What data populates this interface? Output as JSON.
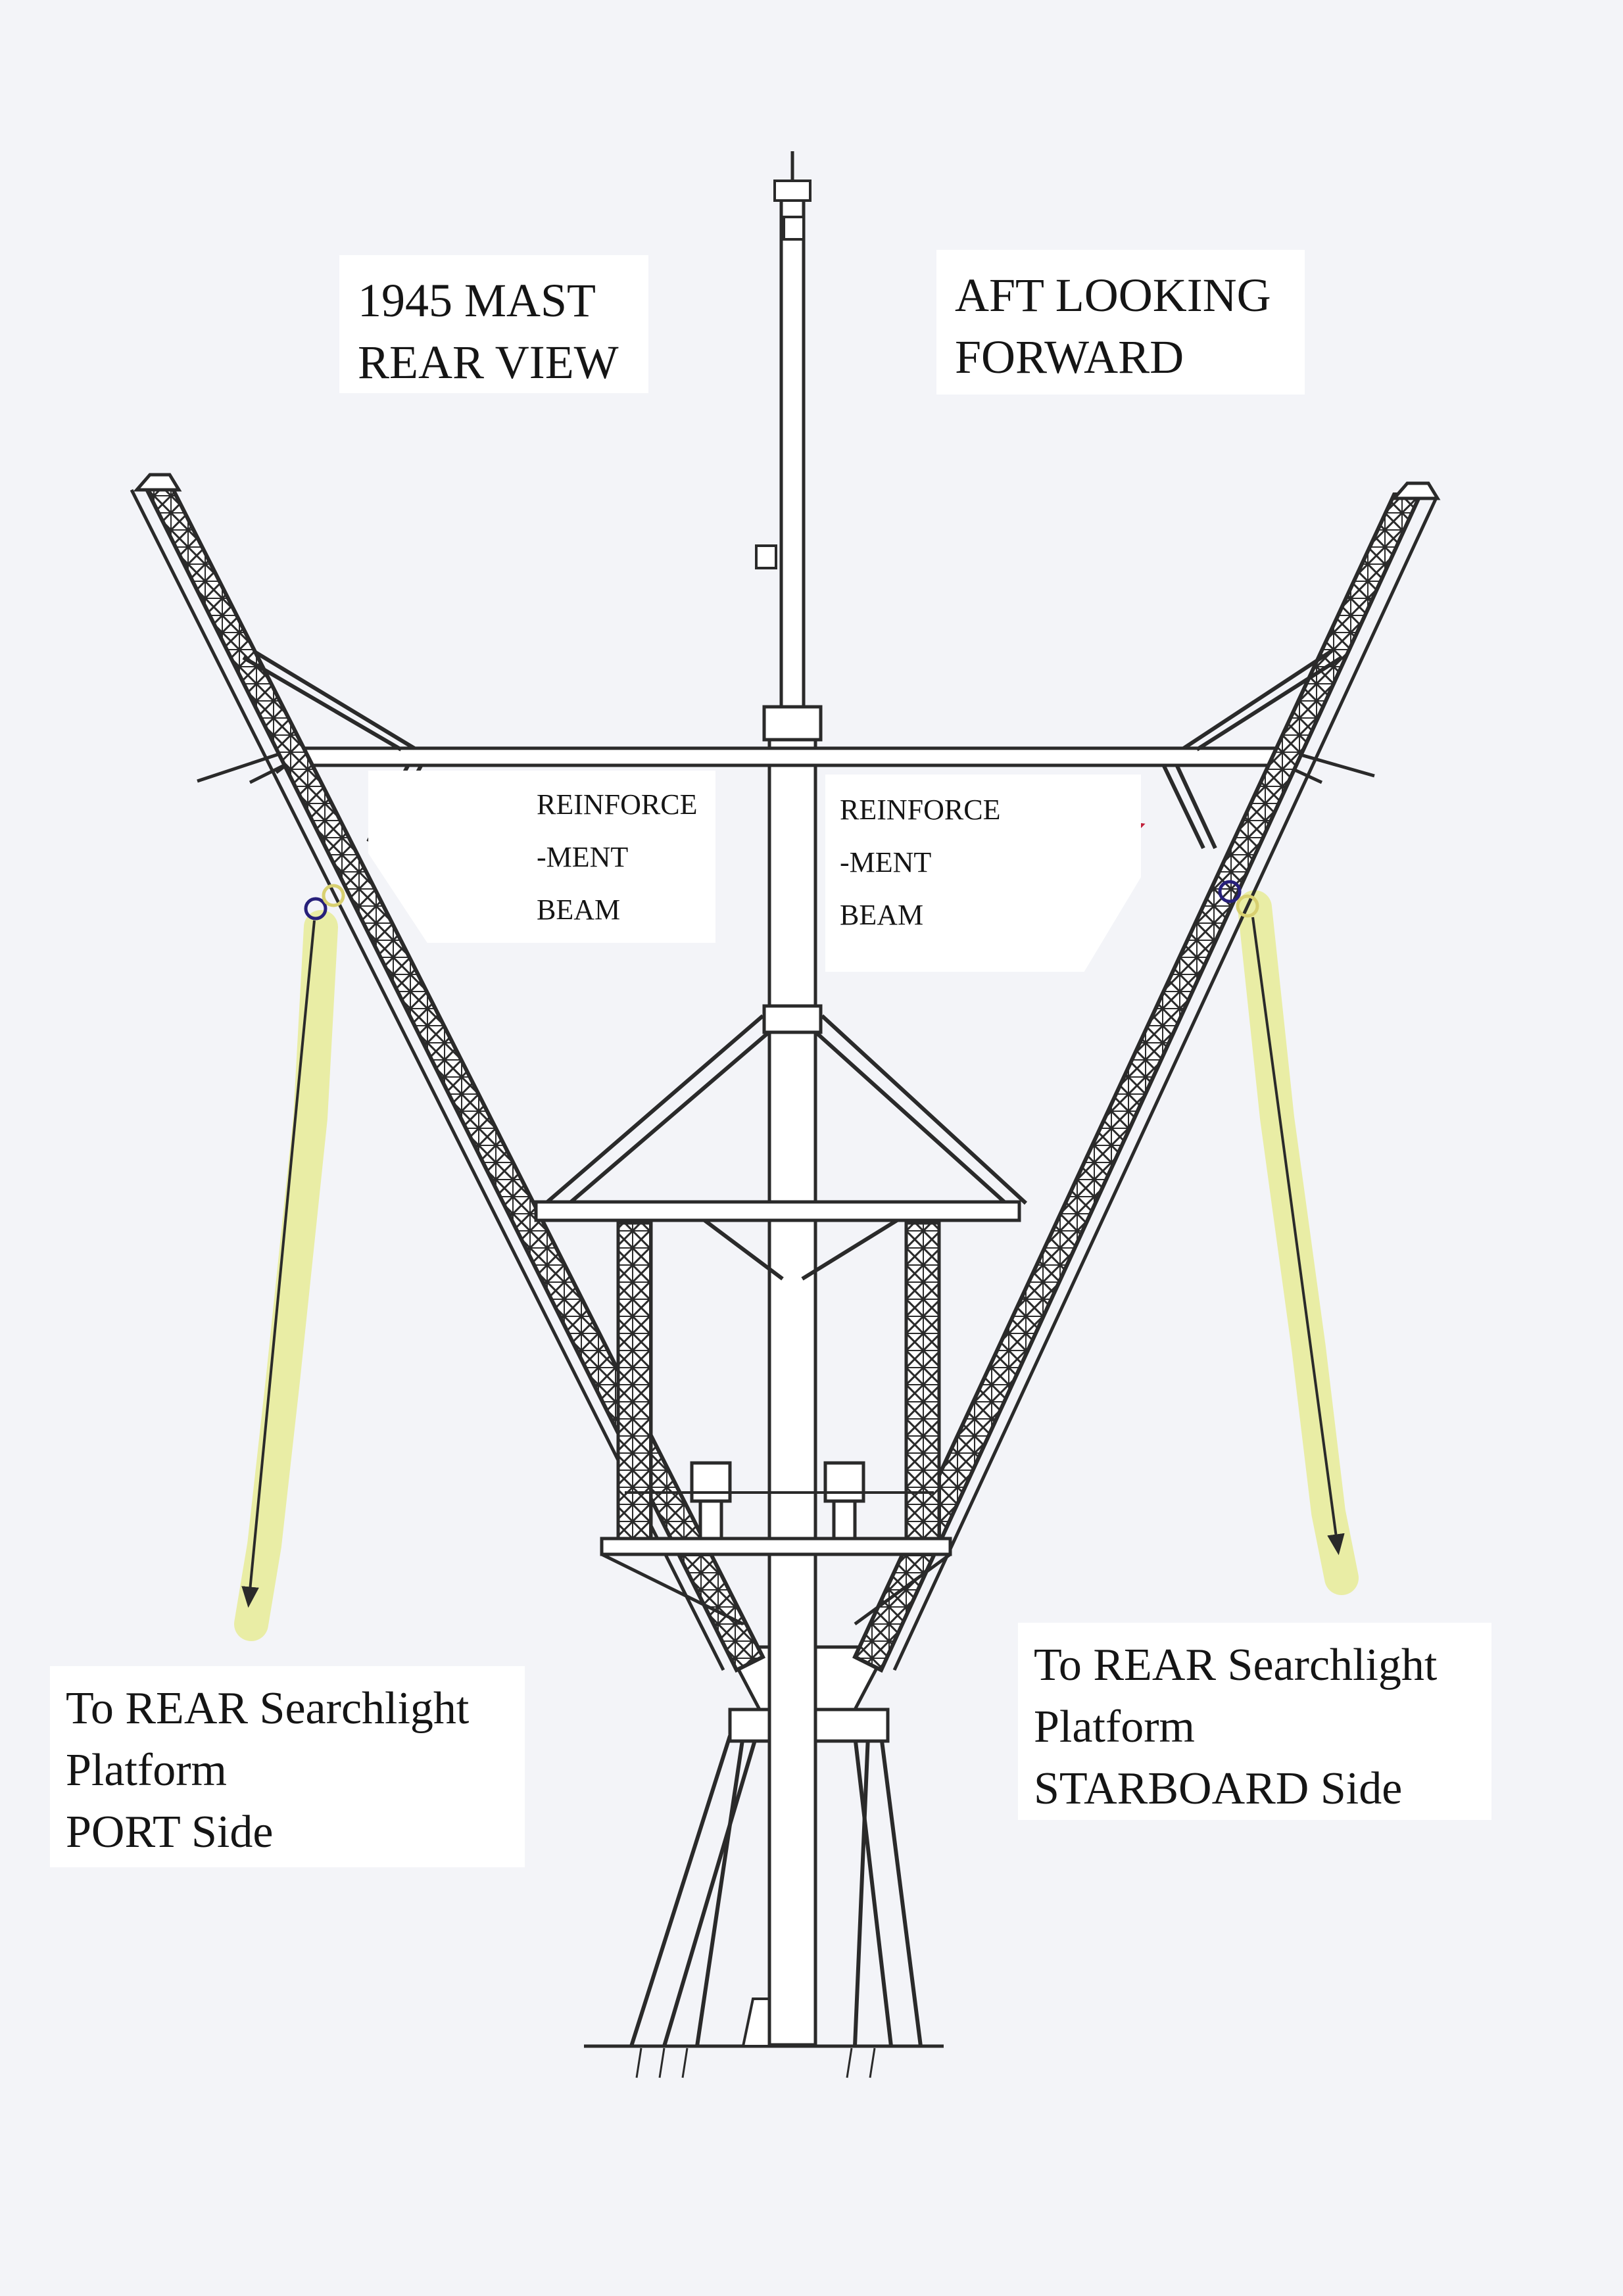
{
  "title_left": {
    "line1": "1945 MAST",
    "line2": "REAR VIEW"
  },
  "title_right": {
    "line1": "AFT LOOKING",
    "line2": "FORWARD"
  },
  "reinforcement_left": {
    "line1": "REINFORCE",
    "line2": "-MENT",
    "line3": "BEAM"
  },
  "reinforcement_right": {
    "line1": "REINFORCE",
    "line2": "-MENT",
    "line3": "BEAM"
  },
  "destination_port": {
    "line1": "To REAR Searchlight",
    "line2": "Platform",
    "line3": "PORT Side"
  },
  "destination_starboard": {
    "line1": "To REAR Searchlight",
    "line2": "Platform",
    "line3": "STARBOARD Side"
  },
  "colors": {
    "structure": "#2a2a2a",
    "annotation_arrow": "#c0203a",
    "highlight": "#e8eca0",
    "connector_ring_blue": "#27207a",
    "connector_ring_yellow": "#d8d070",
    "page": "#f3f4f8",
    "label_background": "#ffffff"
  }
}
